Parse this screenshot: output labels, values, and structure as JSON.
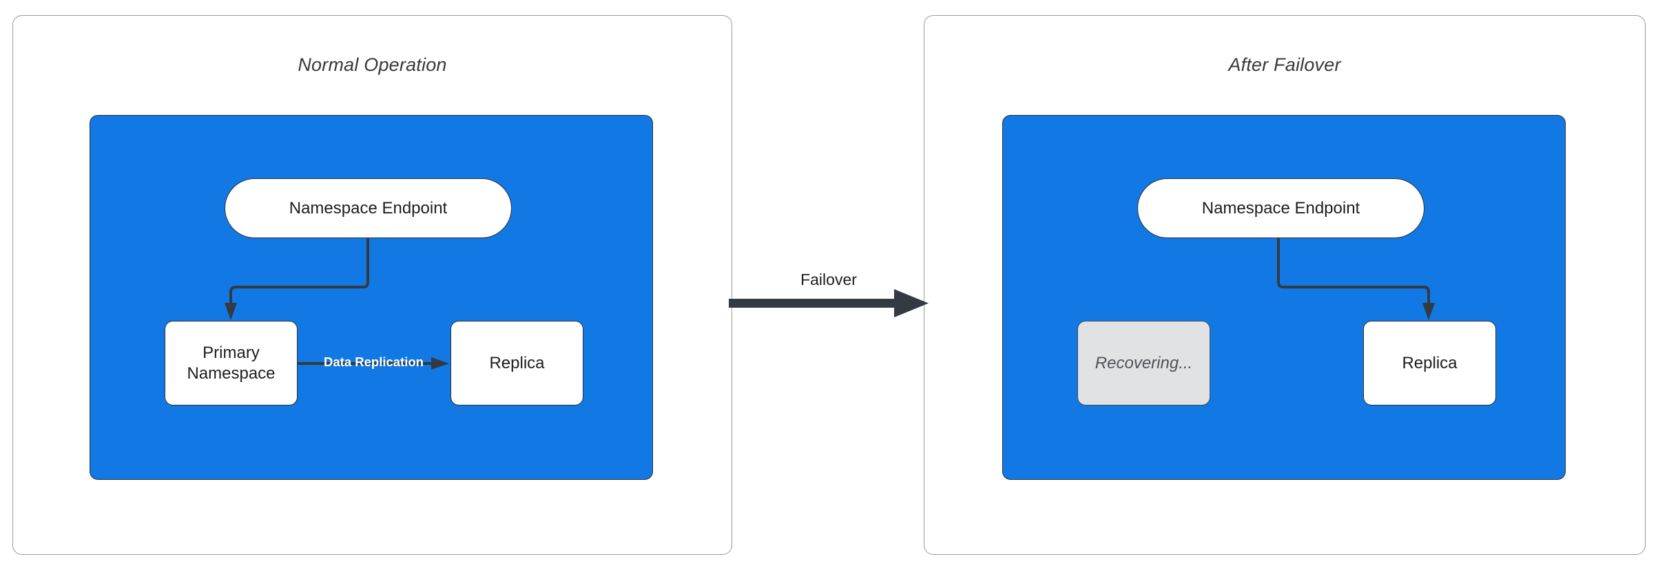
{
  "diagram": {
    "title_hidden": "",
    "colors": {
      "namespace_blue": "#1278e3",
      "stroke_dark": "#333a42",
      "panel_border": "#9a9a9a",
      "muted_fill": "#e0e2e4",
      "node_fill": "#ffffff"
    }
  },
  "panels": [
    {
      "id": "normal-operation",
      "title": "Normal Operation",
      "nodes": [
        {
          "id": "endpoint",
          "label": "Namespace Endpoint",
          "shape": "pill",
          "state": "active"
        },
        {
          "id": "primary",
          "label": "Primary\nNamespace",
          "line1": "Primary",
          "line2": "Namespace",
          "shape": "rect",
          "state": "active"
        },
        {
          "id": "replica",
          "label": "Replica",
          "shape": "rect",
          "state": "active"
        }
      ],
      "edges": [
        {
          "from": "endpoint",
          "to": "primary",
          "label": ""
        },
        {
          "from": "primary",
          "to": "replica",
          "label": "Data Replication"
        }
      ]
    },
    {
      "id": "after-failover",
      "title": "After Failover",
      "nodes": [
        {
          "id": "endpoint",
          "label": "Namespace Endpoint",
          "shape": "pill",
          "state": "active"
        },
        {
          "id": "recovering",
          "label": "Recovering...",
          "shape": "rect",
          "state": "muted"
        },
        {
          "id": "replica",
          "label": "Replica",
          "shape": "rect",
          "state": "active"
        }
      ],
      "edges": [
        {
          "from": "endpoint",
          "to": "replica",
          "label": ""
        }
      ]
    }
  ],
  "transition": {
    "label": "Failover",
    "direction": "left-to-right"
  }
}
